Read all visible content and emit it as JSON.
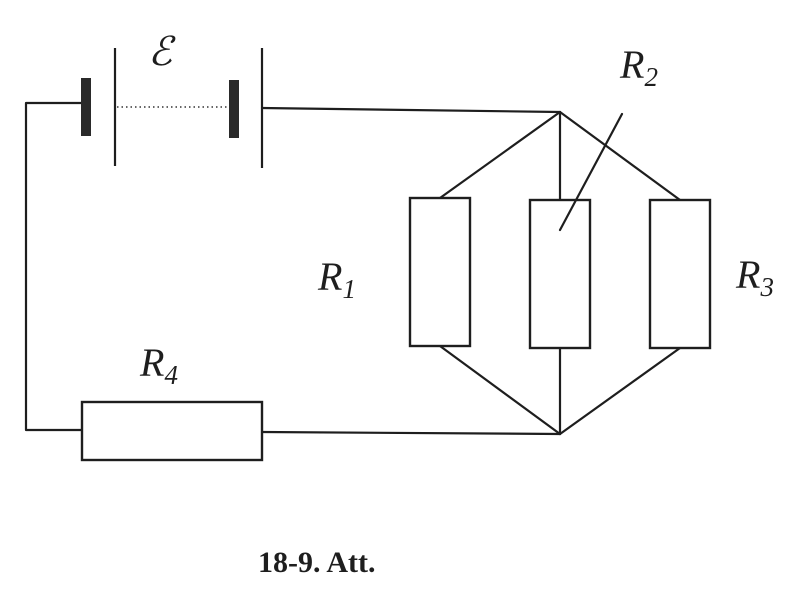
{
  "diagram": {
    "emf_symbol": "ℰ",
    "resistors": [
      {
        "letter": "R",
        "index": "1"
      },
      {
        "letter": "R",
        "index": "2"
      },
      {
        "letter": "R",
        "index": "3"
      },
      {
        "letter": "R",
        "index": "4"
      }
    ],
    "caption": "18-9. Att."
  }
}
